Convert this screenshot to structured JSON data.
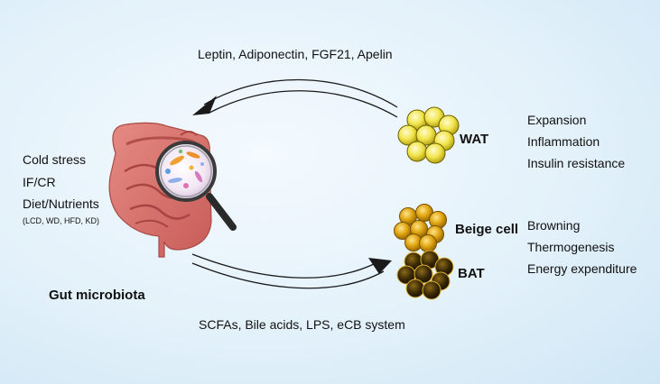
{
  "top_signals": "Leptin, Adiponectin, FGF21, Apelin",
  "bottom_signals": "SCFAs, Bile acids,  LPS, eCB system",
  "left_factors": {
    "items": [
      "Cold stress",
      "IF/CR",
      "Diet/Nutrients"
    ],
    "note": "(LCD, WD, HFD, KD)"
  },
  "gut_label": "Gut microbiota",
  "wat": {
    "label": "WAT",
    "effects": [
      "Expansion",
      "Inflammation",
      "Insulin resistance"
    ]
  },
  "beige": {
    "label": "Beige cell",
    "effects": [
      "Browning",
      "Thermogenesis",
      "Energy expenditure"
    ]
  },
  "bat": {
    "label": "BAT"
  },
  "colors": {
    "wat_cells": "#f2e64e",
    "beige_cells": "#e0a410",
    "bat_cells": "#3a2a04",
    "intestine": "#d9756f",
    "arrow": "#1a1a1a"
  },
  "icons": [
    "intestine-illustration",
    "magnifier-icon",
    "wat-cell-cluster",
    "beige-cell-cluster",
    "bat-cell-cluster"
  ]
}
